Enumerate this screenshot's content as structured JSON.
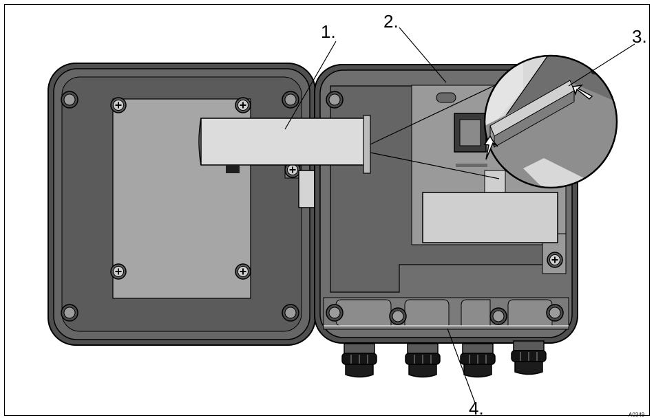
{
  "figure": {
    "callouts": [
      "1.",
      "2.",
      "3.",
      "4."
    ],
    "code": "A0349"
  },
  "colors": {
    "housing_dark": "#555555",
    "housing_mid": "#6e6e6e",
    "panel_light": "#9a9a9a",
    "board_light": "#b4b4b4",
    "cable": "#d8d8d8",
    "outline": "#000000"
  },
  "icons": [
    "screw-icon",
    "cable-gland-icon",
    "arrow-icon"
  ]
}
